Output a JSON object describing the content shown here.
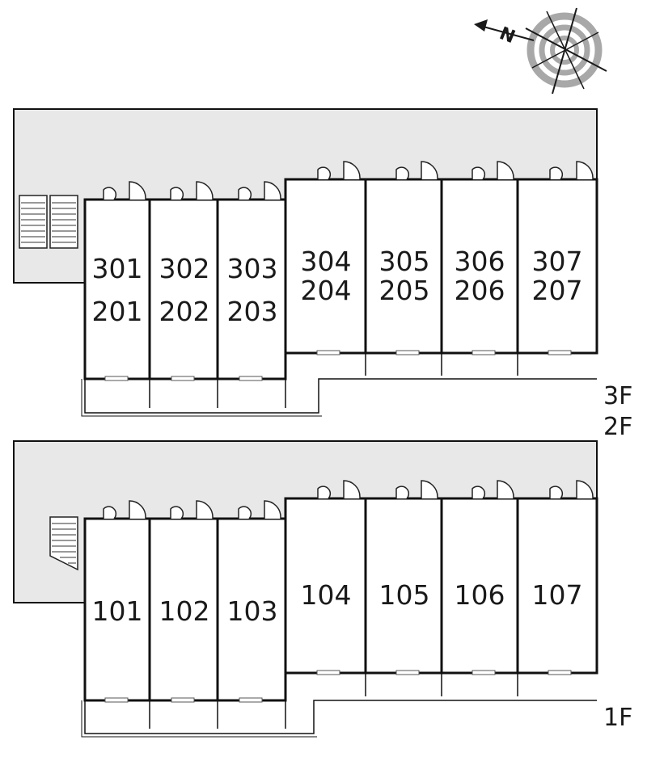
{
  "compass": {
    "icon": "compass-north-arrow-icon",
    "north_label": "N"
  },
  "upper_floors": {
    "floor_labels": [
      "3F",
      "2F"
    ],
    "units": [
      {
        "lines": [
          "301",
          "201"
        ]
      },
      {
        "lines": [
          "302",
          "202"
        ]
      },
      {
        "lines": [
          "303",
          "203"
        ]
      },
      {
        "lines": [
          "304",
          "204"
        ]
      },
      {
        "lines": [
          "305",
          "205"
        ]
      },
      {
        "lines": [
          "306",
          "206"
        ]
      },
      {
        "lines": [
          "307",
          "207"
        ]
      }
    ],
    "icons": [
      "stairs-icon",
      "door-icon",
      "window-icon"
    ]
  },
  "ground_floor": {
    "floor_label": "1F",
    "units": [
      {
        "lines": [
          "101"
        ]
      },
      {
        "lines": [
          "102"
        ]
      },
      {
        "lines": [
          "103"
        ]
      },
      {
        "lines": [
          "104"
        ]
      },
      {
        "lines": [
          "105"
        ]
      },
      {
        "lines": [
          "106"
        ]
      },
      {
        "lines": [
          "107"
        ]
      }
    ],
    "icons": [
      "stairs-icon",
      "door-icon",
      "window-icon"
    ]
  },
  "colors": {
    "corridor": "#e8e8e8",
    "wall": "#111111",
    "compass_ring": "#a8a8a8"
  }
}
